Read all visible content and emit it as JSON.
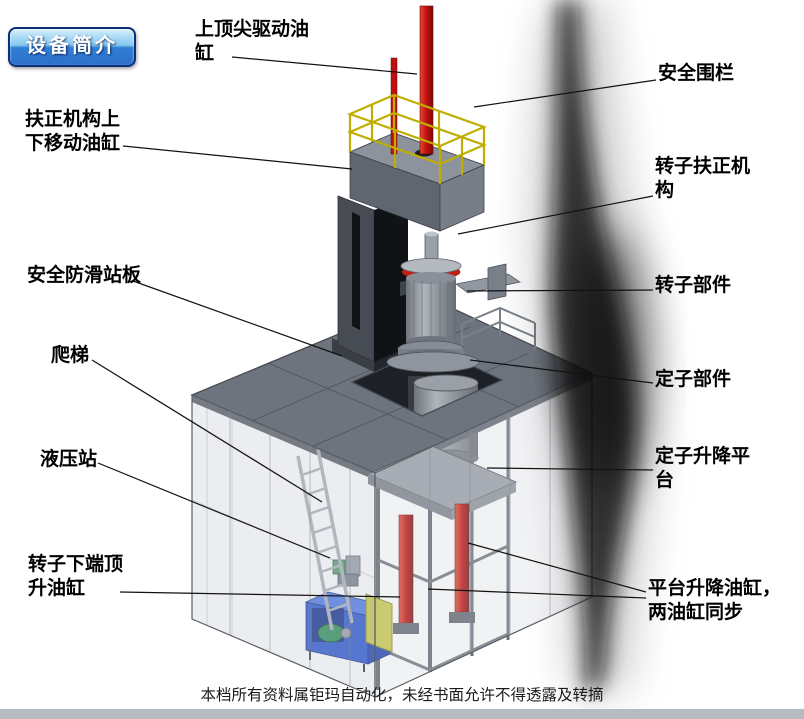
{
  "badge": {
    "label": "设备简介"
  },
  "callouts": [
    {
      "id": "top-center-drive-cylinder",
      "lines": [
        "上顶尖驱动油",
        "缸"
      ]
    },
    {
      "id": "safety-fence",
      "lines": [
        "安全围栏"
      ]
    },
    {
      "id": "centering-updown-cylinder",
      "lines": [
        "扶正机构上",
        "下移动油缸"
      ]
    },
    {
      "id": "rotor-centering-mechanism",
      "lines": [
        "转子扶正机",
        "构"
      ]
    },
    {
      "id": "anti-slip-standing-plate",
      "lines": [
        "安全防滑站板"
      ]
    },
    {
      "id": "rotor-component",
      "lines": [
        "转子部件"
      ]
    },
    {
      "id": "ladder",
      "lines": [
        "爬梯"
      ]
    },
    {
      "id": "stator-component",
      "lines": [
        "定子部件"
      ]
    },
    {
      "id": "hydraulic-station",
      "lines": [
        "液压站"
      ]
    },
    {
      "id": "stator-lift-platform",
      "lines": [
        "定子升降平",
        "台"
      ]
    },
    {
      "id": "rotor-bottom-jack-cylinder",
      "lines": [
        "转子下端顶",
        "升油缸"
      ]
    },
    {
      "id": "platform-lift-cylinders",
      "lines": [
        "平台升降油缸，",
        "两油缸同步"
      ]
    }
  ],
  "footer": {
    "text": "本档所有资料属钜玛自动化，未经书面允许不得透露及转摘"
  },
  "colors": {
    "cylinder_red": "#c01010",
    "hydraulic_blue": "#2c57cf",
    "railing_yellow": "#bfae00",
    "badge_blue": "#2f7fd6",
    "deck_gray": "#6e747e"
  }
}
